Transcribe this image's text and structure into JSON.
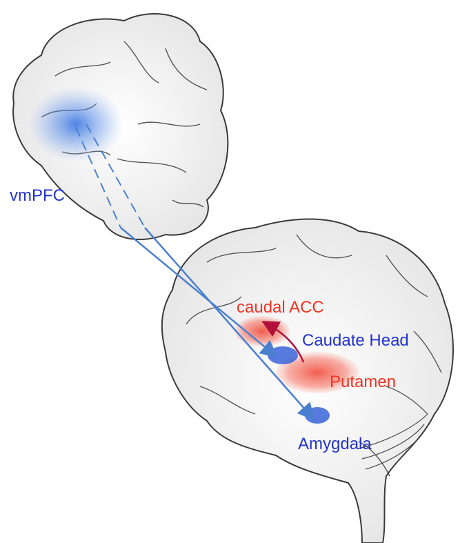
{
  "labels": {
    "vmpfc": "vmPFC",
    "caudal_acc": "caudal ACC",
    "caudate_head": "Caudate Head",
    "putamen": "Putamen",
    "amygdala": "Amygdala"
  },
  "colors": {
    "blue_region": "#2f6fe0",
    "red_region": "#f04a3a",
    "arrow_blue": "#4a7fd0",
    "arrow_red": "#b0103a",
    "sketch_line": "#3a3a3a"
  }
}
